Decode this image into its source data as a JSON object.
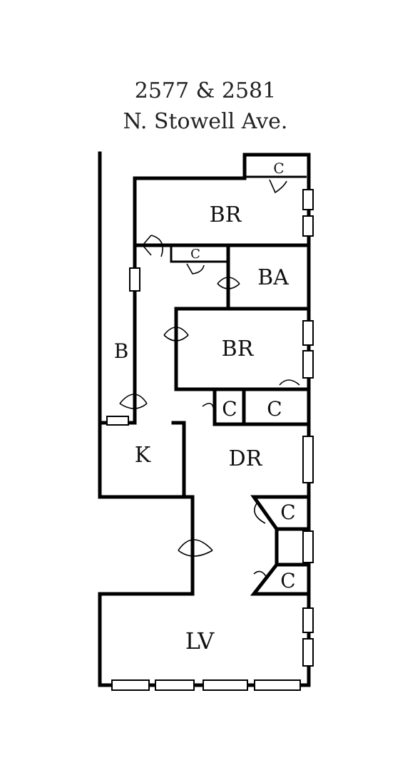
{
  "title": {
    "line1": "2577 & 2581",
    "line2": "N. Stowell Ave."
  },
  "rooms": {
    "closet_top": "C",
    "bedroom_1": "BR",
    "closet_small": "C",
    "bath": "BA",
    "hall": "B",
    "bedroom_2": "BR",
    "closet_a": "C",
    "closet_b": "C",
    "kitchen": "K",
    "dining": "DR",
    "closet_c": "C",
    "closet_d": "C",
    "living": "LV"
  },
  "colors": {
    "wall": "#000000",
    "background": "#ffffff"
  }
}
